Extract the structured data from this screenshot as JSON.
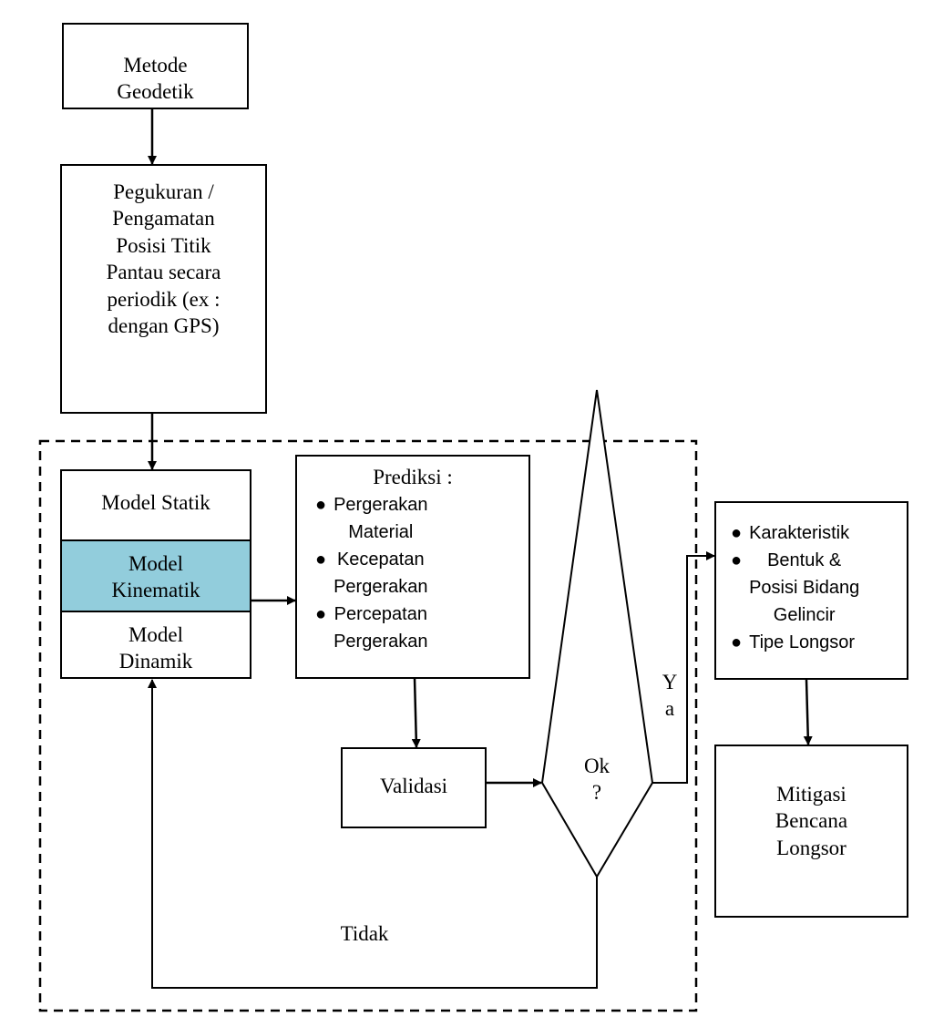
{
  "boxes": {
    "metode": "Metode\nGeodetik",
    "pengukuran": "Pegukuran /\nPengamatan\nPosisi  Titik\nPantau secara\nperiodik (ex :\ndengan GPS)",
    "model_statik": "Model Statik",
    "model_kinematik": "Model\nKinematik",
    "model_dinamik": "Model\nDinamik",
    "prediksi_title": "Prediksi :",
    "prediksi_items": [
      "Pergerakan\nMaterial",
      "Kecepatan\nPergerakan",
      "Percepatan\nPergerakan"
    ],
    "validasi": "Validasi",
    "decision": "Ok\n?",
    "hasil_items": [
      "Karakteristik",
      "Bentuk &\nPosisi Bidang\nGelincir",
      "Tipe Longsor"
    ],
    "mitigasi": "Mitigasi\nBencana\nLongsor"
  },
  "labels": {
    "yes": "Y\na",
    "no": "Tidak"
  },
  "colors": {
    "kinematik_fill": "#92CDDC",
    "line": "#000000"
  }
}
